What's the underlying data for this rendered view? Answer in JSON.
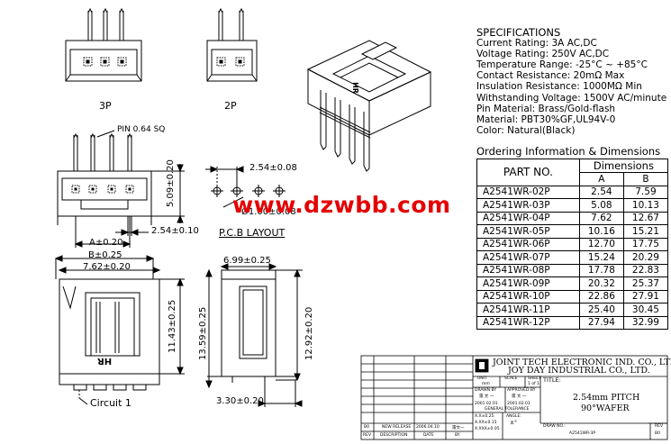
{
  "views": {
    "top_3p_label": "3P",
    "top_2p_label": "2P",
    "pin_label": "PIN 0.64 SQ",
    "pitch_dim": "2.54±0.08",
    "hole_dim": "Ø1.00±0.08",
    "pcb_layout_label": "P.C.B  LAYOUT",
    "dim_509": "5.09±0.20",
    "dim_254_010": "2.54±0.10",
    "dim_a": "A±0.20",
    "dim_b": "B±0.25",
    "dim_762": "7.62±0.20",
    "dim_699": "6.99±0.25",
    "dim_1143": "11.43±0.25",
    "dim_1359": "13.59±0.25",
    "dim_1292": "12.92±0.20",
    "dim_330": "3.30±0.20",
    "circuit_label": "Circuit  1",
    "logo_text": "HR"
  },
  "specifications": {
    "title": "SPECIFICATIONS",
    "lines": [
      "Current Rating: 3A AC,DC",
      "Voltage Rating: 250V AC,DC",
      "Temperature Range: -25°C ~ +85°C",
      "Contact Resistance: 20mΩ Max",
      "Insulation Resistance: 1000MΩ Min",
      "Withstanding Voltage: 1500V AC/minute",
      "Pin Material: Brass/Gold-flash",
      "Material: PBT30%GF,UL94V-0",
      "Color: Natural(Black)"
    ]
  },
  "ordering": {
    "title": "Ordering Information & Dimensions",
    "col_part": "PART NO.",
    "col_dims": "Dimensions",
    "col_a": "A",
    "col_b": "B",
    "rows": [
      {
        "part": "A2541WR-02P",
        "a": "2.54",
        "b": "7.59"
      },
      {
        "part": "A2541WR-03P",
        "a": "5.08",
        "b": "10.13"
      },
      {
        "part": "A2541WR-04P",
        "a": "7.62",
        "b": "12.67"
      },
      {
        "part": "A2541WR-05P",
        "a": "10.16",
        "b": "15.21"
      },
      {
        "part": "A2541WR-06P",
        "a": "12.70",
        "b": "17.75"
      },
      {
        "part": "A2541WR-07P",
        "a": "15.24",
        "b": "20.29"
      },
      {
        "part": "A2541WR-08P",
        "a": "17.78",
        "b": "22.83"
      },
      {
        "part": "A2541WR-09P",
        "a": "20.32",
        "b": "25.37"
      },
      {
        "part": "A2541WR-10P",
        "a": "22.86",
        "b": "27.91"
      },
      {
        "part": "A2541WR-11P",
        "a": "25.40",
        "b": "30.45"
      },
      {
        "part": "A2541WR-12P",
        "a": "27.94",
        "b": "32.99"
      }
    ]
  },
  "watermark": "www.dzwbb.com",
  "title_block": {
    "company_en": "JOINT TECH ELECTRONIC IND. CO., LTD.",
    "company_cn": "JOY DAY INDUSTRIAL CO., LTD.",
    "unit_label": "UNIT",
    "unit_value": "mm",
    "scale_label": "SCALE",
    "sheet_label": "SHEET",
    "sheet_value": "1 of 1",
    "title_label": "TITLE:",
    "title_line1": "2.54mm PITCH",
    "title_line2": "90°WAFER",
    "drawn_by_label": "DRAWN BY",
    "drawn_by_name": "雷 文 一",
    "drawn_date": "2001.02.01",
    "approved_label": "APPROVED BY",
    "approved_name": "雷 文 一",
    "approved_date": "2001.02.01",
    "tolerance_label": "GENERAL TOLERANCE",
    "tol1": "X.X±0.25",
    "tol2": "X.XX±0.15",
    "tol3": "X.XXX±0.05",
    "angle_label": "ANGLE:",
    "angle_value": "±°",
    "drw_no_label": "DRAW NO.:",
    "drw_no": "A2541WR-3P",
    "rev_label": "REV",
    "rev_value": "B0",
    "rev_row_rev": "B0",
    "rev_row_desc": "NEW RELEASE",
    "rev_row_date": "2006.04.10",
    "rev_row_by": "雷文一",
    "hdr_rev": "REV",
    "hdr_desc": "DESCRIPTION",
    "hdr_date": "DATE",
    "hdr_by": "BY"
  }
}
